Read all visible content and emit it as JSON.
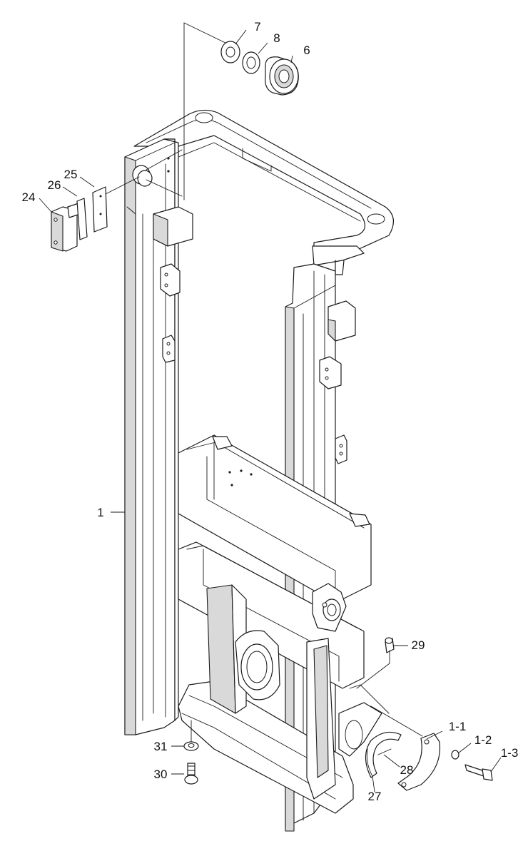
{
  "diagram": {
    "callouts": {
      "p1": "1",
      "p1_1": "1-1",
      "p1_2": "1-2",
      "p1_3": "1-3",
      "p6": "6",
      "p7": "7",
      "p8": "8",
      "p24": "24",
      "p25": "25",
      "p26": "26",
      "p27": "27",
      "p28": "28",
      "p29": "29",
      "p30": "30",
      "p31": "31"
    }
  }
}
